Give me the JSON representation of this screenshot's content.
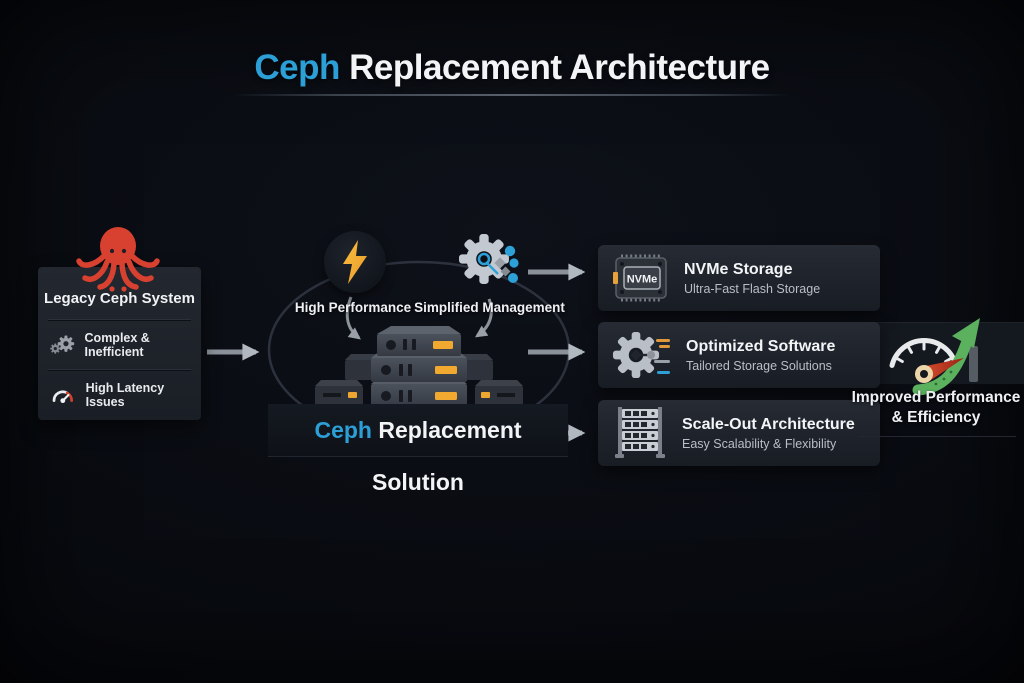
{
  "title": {
    "part1": "Ceph",
    "part2": " Replacement Architecture"
  },
  "legacy": {
    "title": "Legacy Ceph System",
    "icon": "octopus-icon",
    "items": [
      {
        "label": "Complex & Inefficient",
        "icon": "gears-icon"
      },
      {
        "label": "High Latency Issues",
        "icon": "latency-gauge-icon"
      }
    ]
  },
  "solution": {
    "features": [
      {
        "label": "High Performance",
        "icon": "lightning-icon"
      },
      {
        "label": "Simplified Management",
        "icon": "gear-network-icon"
      }
    ],
    "illustration": "server-stack-icon",
    "banner": {
      "part1": "Ceph",
      "part2": " Replacement Solution"
    }
  },
  "benefits": [
    {
      "title": "NVMe Storage",
      "subtitle": "Ultra-Fast Flash Storage",
      "icon": "nvme-chip-icon",
      "chip_label": "NVMe"
    },
    {
      "title": "Optimized Software",
      "subtitle": "Tailored Storage Solutions",
      "icon": "gear-circuit-icon"
    },
    {
      "title": "Scale-Out Architecture",
      "subtitle": "Easy Scalability & Flexibility",
      "icon": "server-rack-icon"
    }
  ],
  "outcome": {
    "line1": "Improved Performance",
    "line2": "& Efficiency",
    "icon": "speedometer-growth-icon"
  },
  "colors": {
    "accent_blue": "#2b9fd6",
    "alert_red": "#d84130",
    "bolt_yellow": "#f4ad33",
    "success_green": "#5bb15e",
    "needle_red": "#c5311f"
  }
}
